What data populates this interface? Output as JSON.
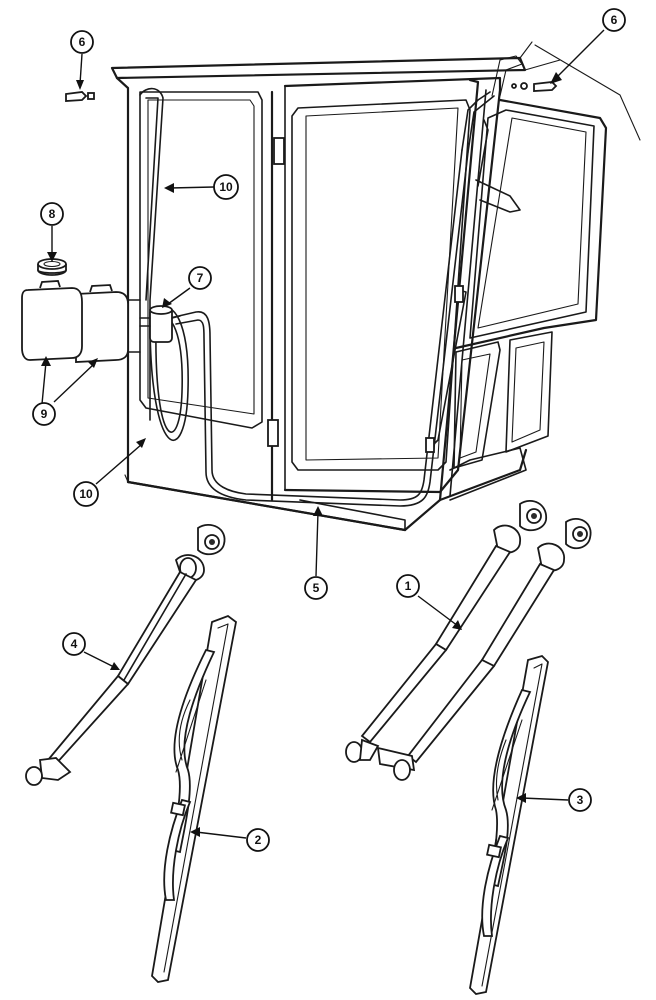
{
  "callouts": [
    {
      "id": "c1",
      "label": "1"
    },
    {
      "id": "c2",
      "label": "2"
    },
    {
      "id": "c3",
      "label": "3"
    },
    {
      "id": "c4",
      "label": "4"
    },
    {
      "id": "c5",
      "label": "5"
    },
    {
      "id": "c6a",
      "label": "6"
    },
    {
      "id": "c6b",
      "label": "6"
    },
    {
      "id": "c7",
      "label": "7"
    },
    {
      "id": "c8",
      "label": "8"
    },
    {
      "id": "c9",
      "label": "9"
    },
    {
      "id": "c10a",
      "label": "10"
    },
    {
      "id": "c10b",
      "label": "10"
    }
  ],
  "colors": {
    "line": "#1a1a1a",
    "background": "#ffffff"
  }
}
